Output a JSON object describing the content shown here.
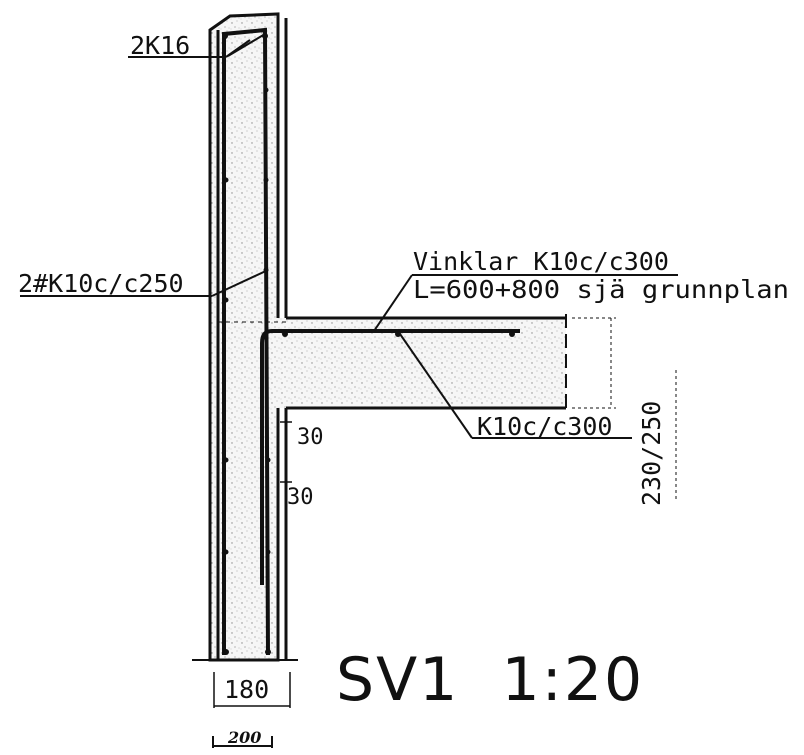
{
  "labels": {
    "top_bar": "2K16",
    "wall_mesh": "2#K10c/c250",
    "angle_bars": "Vinklar K10c/c300",
    "length_note": "L=600+800 sjä grunnplan",
    "slab_bar": "K10c/c300",
    "dim_30_upper": "30",
    "dim_30_lower": "30",
    "slab_thickness": "230/250",
    "wall_width": "180",
    "total_width": "200",
    "title": "SV1  1:20"
  }
}
